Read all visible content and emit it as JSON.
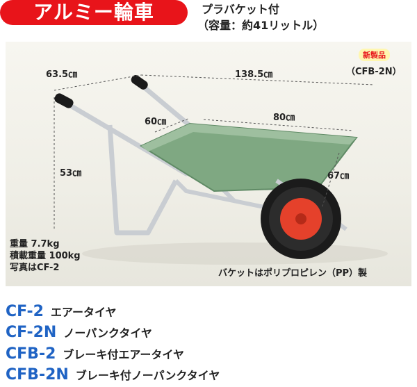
{
  "header": {
    "title": "アルミー輪車",
    "subtitle_line1": "プラバケット付",
    "subtitle_line2": "（容量：約41リットル）"
  },
  "photo": {
    "new_badge": "新製品",
    "model_tag": "（CFB-2N）",
    "dimensions": {
      "handle_width": "63.5㎝",
      "total_length": "138.5㎝",
      "bucket_width": "60㎝",
      "bucket_length": "80㎝",
      "height": "53㎝",
      "wheel_span": "67㎝"
    },
    "specs": [
      "重量 7.7kg",
      "積載重量 100kg",
      "写真はCF-2"
    ],
    "bucket_note": "バケットはポリプロピレン（PP）製"
  },
  "models": [
    {
      "code": "CF-2",
      "desc": "エアータイヤ"
    },
    {
      "code": "CF-2N",
      "desc": "ノーパンクタイヤ"
    },
    {
      "code": "CFB-2",
      "desc": "ブレーキ付エアータイヤ"
    },
    {
      "code": "CFB-2N",
      "desc": "ブレーキ付ノーパンクタイヤ"
    }
  ],
  "colors": {
    "title_bg": "#e8141a",
    "model_code": "#1f63c4",
    "bucket": "#7fa882",
    "frame": "#c9cdd2",
    "wheel_hub": "#e5412b"
  }
}
